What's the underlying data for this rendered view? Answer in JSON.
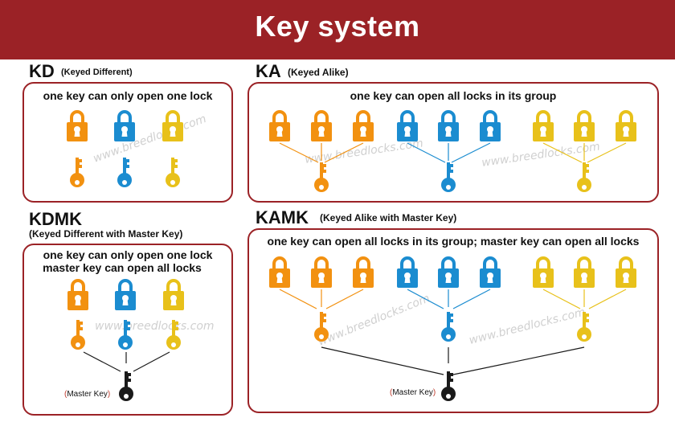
{
  "title": "Key system",
  "colors": {
    "banner": "#9b2226",
    "panel_border": "#9b2226",
    "orange": "#f29110",
    "blue": "#1b8cd0",
    "yellow": "#e8c11a",
    "master": "#1a1a1a"
  },
  "watermark": "www.breedlocks.com",
  "sections": {
    "kd": {
      "code": "KD",
      "subtitle": "(Keyed Different)",
      "caption": "one key can only open one lock"
    },
    "ka": {
      "code": "KA",
      "subtitle": "(Keyed Alike)",
      "caption": "one key can open all locks in its group"
    },
    "kdmk": {
      "code": "KDMK",
      "subtitle": "(Keyed Different with Master Key)",
      "caption_line1": "one key can only open one lock",
      "caption_line2": "master key can open all locks",
      "master_label": "Master Key"
    },
    "kamk": {
      "code": "KAMK",
      "subtitle": "(Keyed Alike with Master Key)",
      "caption": "one key can open all locks in its group; master key can open all locks",
      "master_label": "Master Key"
    }
  },
  "icons": {
    "lock": "padlock-icon",
    "key": "key-icon",
    "master_key": "master-key-icon"
  }
}
